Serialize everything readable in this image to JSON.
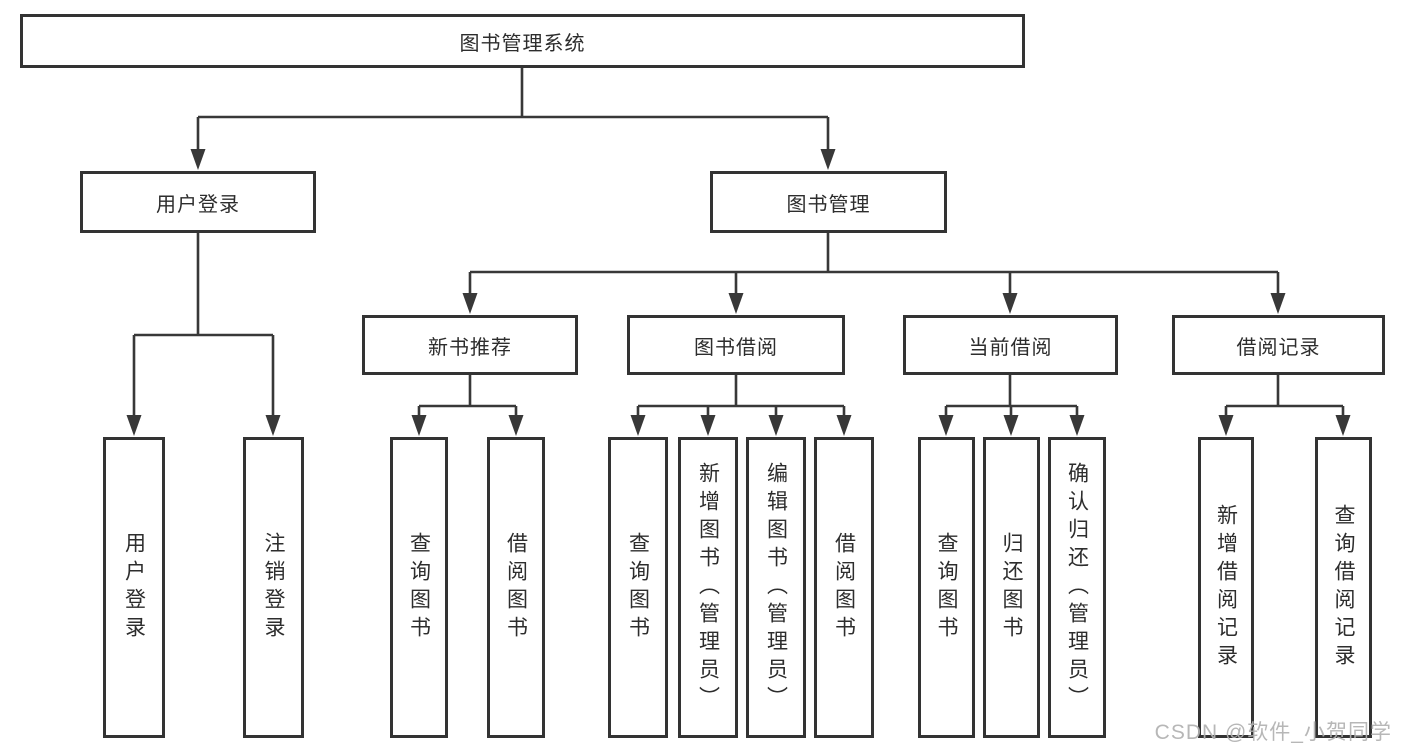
{
  "tree": {
    "root": "图书管理系统",
    "branches": [
      {
        "label": "用户登录",
        "children": [
          {
            "label": "用户登录"
          },
          {
            "label": "注销登录"
          }
        ]
      },
      {
        "label": "图书管理",
        "sections": [
          {
            "label": "新书推荐",
            "children": [
              {
                "label": "查询图书"
              },
              {
                "label": "借阅图书"
              }
            ]
          },
          {
            "label": "图书借阅",
            "children": [
              {
                "label": "查询图书"
              },
              {
                "label": "新增图书（管理员）"
              },
              {
                "label": "编辑图书（管理员）"
              },
              {
                "label": "借阅图书"
              }
            ]
          },
          {
            "label": "当前借阅",
            "children": [
              {
                "label": "查询图书"
              },
              {
                "label": "归还图书"
              },
              {
                "label": "确认归还（管理员）"
              }
            ]
          },
          {
            "label": "借阅记录",
            "children": [
              {
                "label": "新增借阅记录"
              },
              {
                "label": "查询借阅记录"
              }
            ]
          }
        ]
      }
    ]
  },
  "watermark": "CSDN @软件_小贺同学",
  "colors": {
    "line": "#383838",
    "box_border": "#333333",
    "text": "#2d2d2d",
    "watermark": "#b1b1b1",
    "background": "#ffffff"
  }
}
